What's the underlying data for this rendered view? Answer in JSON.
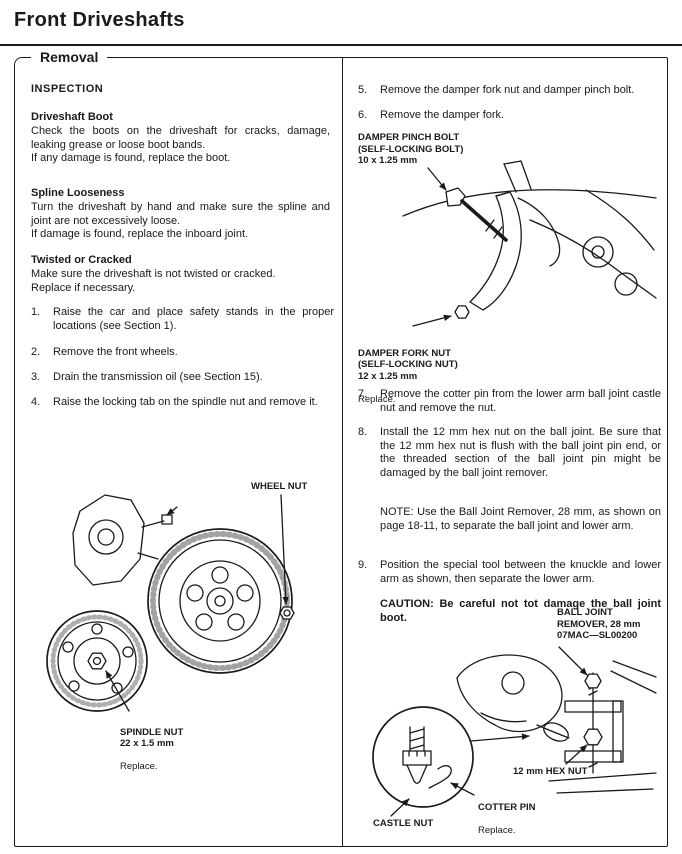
{
  "theme": {
    "ink": "#1a1a1a",
    "paper": "#ffffff"
  },
  "header": {
    "title": "Front Driveshafts",
    "section": "Removal"
  },
  "left": {
    "inspection": "INSPECTION",
    "boot_heading": "Driveshaft Boot",
    "boot_body": "Check the boots on the driveshaft for cracks, damage, leaking grease or loose boot bands.\nIf any damage is found, replace the boot.",
    "spline_heading": "Spline Looseness",
    "spline_body": "Turn the driveshaft by hand and make sure the spline and joint are not excessively loose.\nIf damage is found, replace the inboard joint.",
    "twisted_heading": "Twisted or Cracked",
    "twisted_body": "Make sure the driveshaft is not twisted or cracked.\nReplace if necessary.",
    "steps": [
      {
        "num": "1.",
        "text": "Raise the car and place safety stands in the proper locations (see Section 1)."
      },
      {
        "num": "2.",
        "text": "Remove the front wheels."
      },
      {
        "num": "3.",
        "text": "Drain the transmission oil (see Section 15)."
      },
      {
        "num": "4.",
        "text": "Raise the locking tab on the spindle nut and remove it."
      }
    ],
    "figure": {
      "wheel_nut": "WHEEL NUT",
      "spindle_nut": "SPINDLE NUT\n22 x 1.5 mm",
      "spindle_note": "Replace."
    }
  },
  "right": {
    "step5": {
      "num": "5.",
      "text": "Remove the damper fork nut and damper pinch bolt."
    },
    "step6": {
      "num": "6.",
      "text": "Remove the damper fork."
    },
    "pinch_label": "DAMPER PINCH BOLT\n(SELF-LOCKING BOLT)\n10 x 1.25 mm",
    "fork_label": "DAMPER FORK NUT\n(SELF-LOCKING NUT)\n12 x 1.25 mm",
    "fork_note": "Replace.",
    "step7": {
      "num": "7.",
      "text": "Remove the cotter pin from the lower arm ball joint castle nut and remove the nut."
    },
    "step8": {
      "num": "8.",
      "text": "Install the 12 mm hex nut on the ball joint. Be sure that the 12 mm hex nut is flush with the ball joint pin end, or the threaded section of the ball joint pin might be damaged by the ball joint remover."
    },
    "note": "NOTE: Use the Ball Joint Remover, 28 mm, as shown on page 18-11, to separate the ball joint and lower arm.",
    "step9": {
      "num": "9.",
      "text": "Position the special tool between the knuckle and lower arm as shown, then separate the lower arm."
    },
    "caution": "CAUTION: Be careful not tot damage the ball joint boot.",
    "figure": {
      "remover": "BALL JOINT\nREMOVER, 28 mm\n07MAC—SL00200",
      "hex_nut": "12 mm HEX NUT",
      "cotter_pin": "COTTER PIN",
      "cotter_note": "Replace.",
      "castle_nut": "CASTLE NUT"
    }
  }
}
